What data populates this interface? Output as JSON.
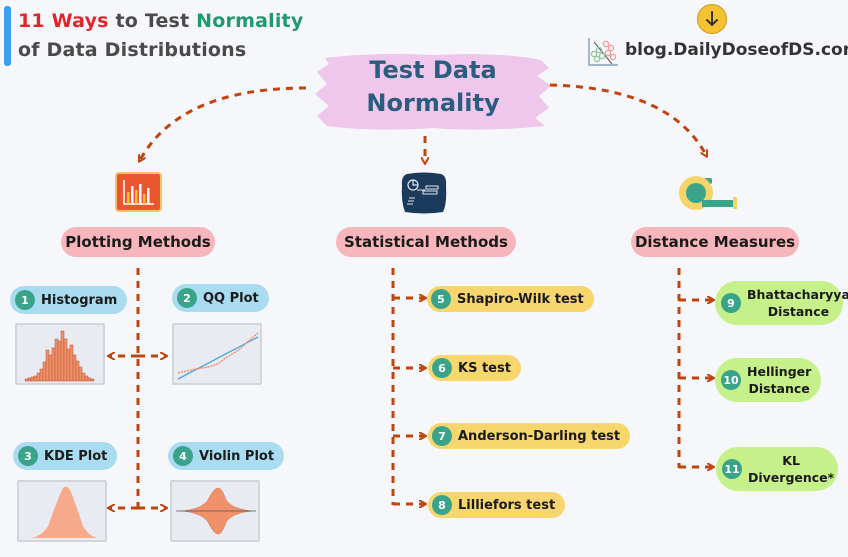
{
  "header": {
    "title_part1_highlight": "11 Ways",
    "title_part1_mid": " to Test ",
    "title_part1_green": "Normality",
    "title_line2": "of Data Distributions",
    "brand": "blog.DailyDoseofDS.com",
    "icons": [
      "download-icon",
      "scatter-logo-icon"
    ]
  },
  "center": {
    "line1": "Test Data",
    "line2": "Normality"
  },
  "categories": [
    {
      "label": "Plotting Methods",
      "icon": "bar-chart-icon"
    },
    {
      "label": "Statistical Methods",
      "icon": "dashboard-icon"
    },
    {
      "label": "Distance Measures",
      "icon": "tape-measure-icon"
    }
  ],
  "plotting": [
    {
      "num": "1",
      "label": "Histogram",
      "thumb": "histogram"
    },
    {
      "num": "2",
      "label": "QQ Plot",
      "thumb": "qq-plot"
    },
    {
      "num": "3",
      "label": "KDE Plot",
      "thumb": "kde-plot"
    },
    {
      "num": "4",
      "label": "Violin Plot",
      "thumb": "violin-plot"
    }
  ],
  "statistical": [
    {
      "num": "5",
      "label": "Shapiro-Wilk test"
    },
    {
      "num": "6",
      "label": "KS test"
    },
    {
      "num": "7",
      "label": "Anderson-Darling test"
    },
    {
      "num": "8",
      "label": "Lilliefors test"
    }
  ],
  "distance": [
    {
      "num": "9",
      "line1": "Bhattacharyya",
      "line2": "Distance"
    },
    {
      "num": "10",
      "line1": "Hellinger",
      "line2": "Distance"
    },
    {
      "num": "11",
      "line1": "KL",
      "line2": "Divergence*"
    }
  ],
  "colors": {
    "background": "#f6f7fb",
    "accent_bar": "#3aa0ef",
    "title_red": "#e0262a",
    "title_green": "#1f9a6d",
    "center_text": "#2b5d7e",
    "center_blob": "#efc6ec",
    "arrow": "#c1440e",
    "category_pill": "#f7b6bb",
    "plot_pill": "#a9dcf0",
    "stat_pill": "#f7d66e",
    "distance_pill": "#c6f08a",
    "number_badge": "#3aa48a"
  }
}
